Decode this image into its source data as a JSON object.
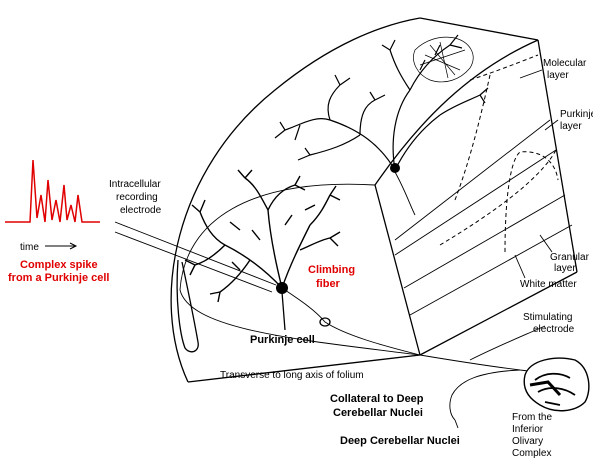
{
  "labels": {
    "molecular": [
      "Molecular",
      "layer"
    ],
    "purkinje_layer": [
      "Purkinje",
      "layer"
    ],
    "granular": [
      "Granular",
      "layer"
    ],
    "white_matter": "White matter",
    "stimulating": [
      "Stimulating",
      "electrode"
    ],
    "from_olivary": [
      "From the",
      "Inferior",
      "Olivary",
      "Complex"
    ],
    "electrode": [
      "Intracellular",
      "recording",
      "electrode"
    ],
    "time": "time",
    "complex_spike": [
      "Complex spike",
      "from a Purkinje cell"
    ],
    "climbing_fiber": [
      "Climbing",
      "fiber"
    ],
    "purkinje_cell": "Purkinje cell",
    "transverse": "Transverse to long axis of folium",
    "collateral": [
      "Collateral to Deep",
      "Cerebellar Nuclei"
    ],
    "deep_nuclei": "Deep Cerebellar Nuclei"
  },
  "colors": {
    "ink": "#000000",
    "spike": "#e00000",
    "highlight_text": "#e00000"
  },
  "icons": {
    "time_arrow": "right-arrow-icon"
  }
}
